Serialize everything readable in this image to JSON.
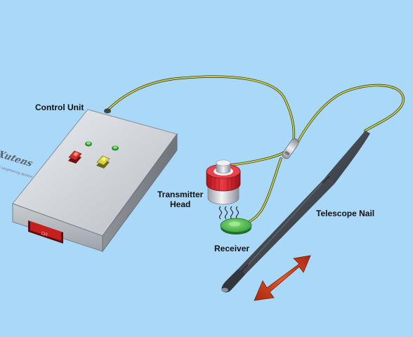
{
  "labels": {
    "control_unit": "Control Unit",
    "transmitter_head_line1": "Transmitter",
    "transmitter_head_line2": "Head",
    "receiver": "Receiver",
    "telescope_nail": "Telescope Nail"
  },
  "device": {
    "brand": "Xutens",
    "tagline": "Intelligent Lengthening System"
  },
  "icons": {
    "power_switch": "power-switch-icon",
    "led_green": "green-led-icon",
    "button_red": "red-button-icon",
    "button_yellow": "yellow-button-icon",
    "motion": "double-arrow-icon"
  },
  "colors": {
    "background": "#a9d8f8",
    "cable": "#c9cf3a",
    "transmitter_cap": "#d8232f",
    "receiver": "#3fb54a",
    "nail": "#3a3f47",
    "arrow": "#d2461e"
  }
}
